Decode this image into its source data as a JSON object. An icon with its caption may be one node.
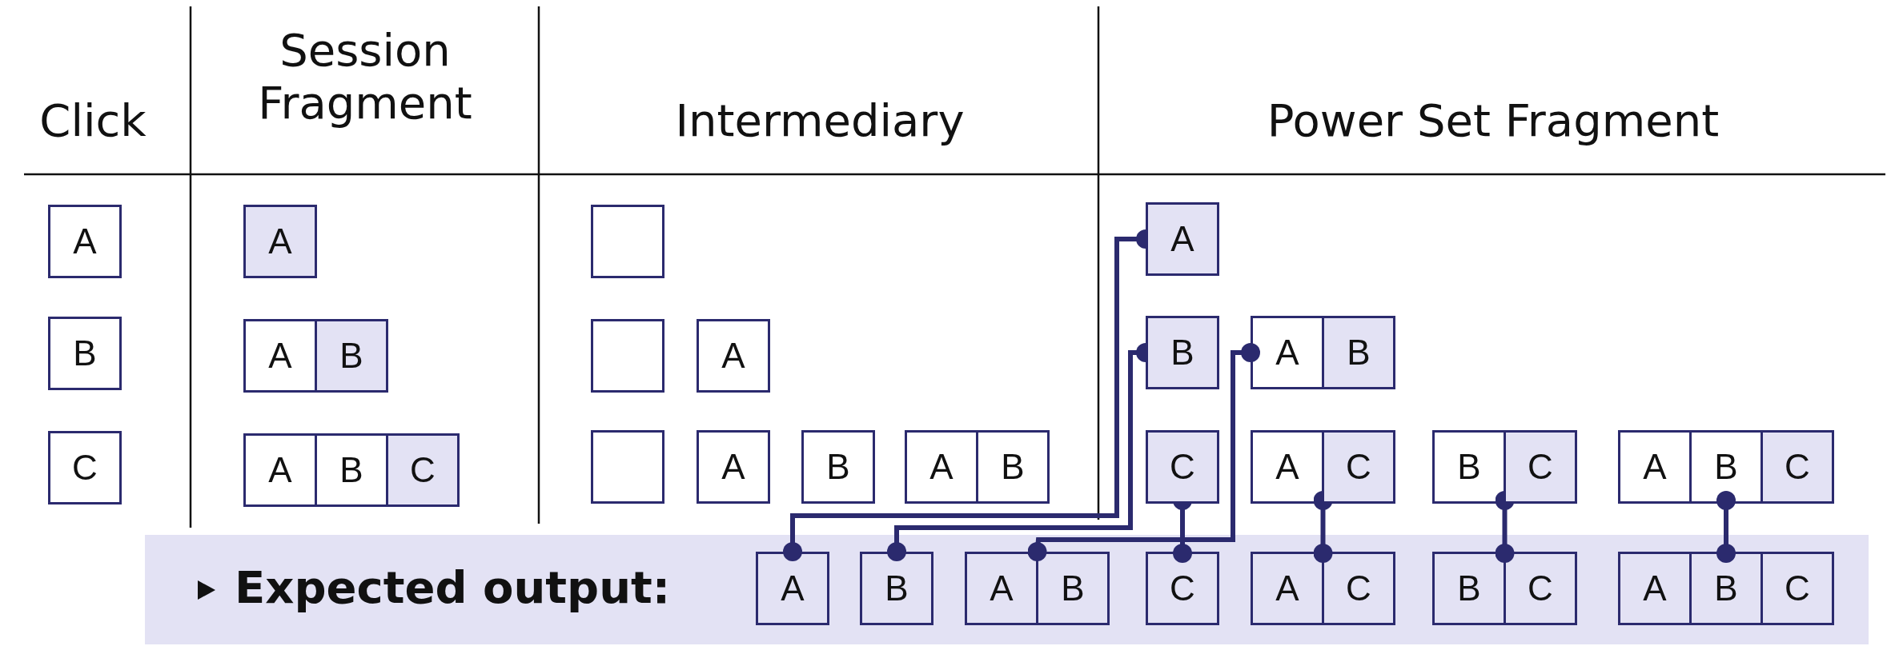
{
  "diagram": {
    "nodes": [
      {
        "text": [
          "A"
        ]
      },
      {
        "text": [
          "A"
        ]
      },
      {
        "text": [],
        "shape": "box"
      },
      {
        "text": [
          "A"
        ]
      },
      {
        "text": [
          "B"
        ]
      },
      {
        "text": [
          "A",
          "B"
        ]
      },
      {
        "text": [],
        "shape": "box"
      },
      {
        "text": [
          "A"
        ]
      },
      {
        "text": [
          "B"
        ]
      },
      {
        "text": [
          "A",
          "B"
        ]
      },
      {
        "text": [
          "C"
        ]
      },
      {
        "text": [
          "A",
          "B",
          "C"
        ]
      },
      {
        "text": [],
        "shape": "box"
      },
      {
        "text": [
          "A"
        ]
      },
      {
        "text": [
          "B"
        ]
      },
      {
        "text": [
          "A",
          "B"
        ]
      },
      {
        "text": [
          "C"
        ]
      },
      {
        "text": [
          "A",
          "C"
        ]
      },
      {
        "text": [
          "B",
          "C"
        ]
      },
      {
        "text": [
          "A",
          "B",
          "C"
        ]
      },
      {
        "text": [
          "Expected output:"
        ]
      },
      {
        "text": [
          "A"
        ],
        "in": 20
      },
      {
        "text": [
          "B"
        ],
        "in": 20
      },
      {
        "text": [
          "A",
          "B"
        ],
        "in": 20
      },
      {
        "text": [
          "C"
        ],
        "in": 20
      },
      {
        "text": [
          "A",
          "C"
        ],
        "in": 20
      },
      {
        "text": [
          "B",
          "C"
        ],
        "in": 20
      },
      {
        "text": [
          "A",
          "B",
          "C"
        ],
        "in": 20
      }
    ],
    "edges": [
      {
        "from": 3,
        "to": 21,
        "arrow": "other"
      },
      {
        "from": 8,
        "to": 22,
        "arrow": "other"
      },
      {
        "from": 9,
        "to": 23,
        "arrow": "other"
      },
      {
        "from": 16,
        "to": 24,
        "arrow": "other"
      },
      {
        "from": 17,
        "to": 25,
        "arrow": "other"
      },
      {
        "from": 18,
        "to": 26,
        "arrow": "other"
      },
      {
        "from": 19,
        "to": 27,
        "arrow": "other"
      }
    ],
    "labels": [
      "Click",
      "Session Fragment",
      "Intermediary",
      "Power Set Fragment"
    ]
  }
}
